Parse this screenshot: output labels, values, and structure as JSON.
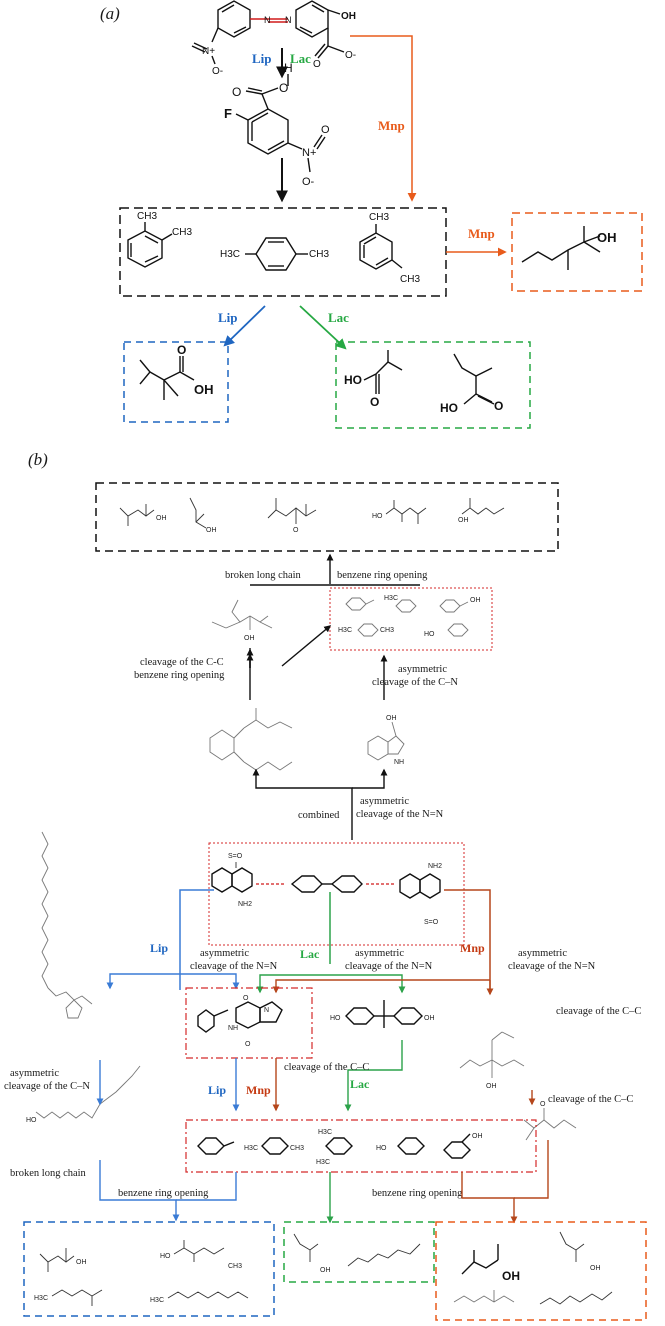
{
  "panel_a": {
    "label": "(a)",
    "enzymes": {
      "lip": "Lip",
      "lac": "Lac",
      "mnp": "Mnp"
    },
    "atoms": {
      "oh": "OH",
      "o_minus": "O-",
      "o": "O",
      "h": "H",
      "f": "F",
      "n": "N",
      "nplus": "N+",
      "ch3": "CH3",
      "h3c": "H3C",
      "ho": "HO"
    },
    "colors": {
      "lip": "#1f66c1",
      "lac": "#26a843",
      "mnp": "#e85b1b",
      "azo": "#d11a1a"
    }
  },
  "panel_b": {
    "label": "(b)",
    "enzymes": {
      "lip": "Lip",
      "lac": "Lac",
      "mnp": "Mnp"
    },
    "texts": {
      "broken_long_chain": "broken long chain",
      "benzene_ring_opening": "benzene ring opening",
      "cleavage_cc": "cleavage of the C-C",
      "benzene_ring_opening2": "benzene ring opening",
      "asym_cn_1": "asymmetric",
      "asym_cn_2": "cleavage of the C–N",
      "combined": "combined",
      "asym_nn_1": "asymmetric",
      "asym_nn_2": "cleavage of the N=N",
      "cleavage_cc_dash": "cleavage of the C–C"
    },
    "atoms": {
      "oh": "OH",
      "o": "O",
      "ho": "HO",
      "nh2": "NH2",
      "so3": "S=O",
      "nh": "NH",
      "n": "N",
      "h3c": "H3C",
      "ch3": "CH3"
    },
    "colors": {
      "lip": "#3a7bd5",
      "lac": "#2ca24a",
      "mnp": "#b5461b",
      "dashed_red": "#d42a2a"
    }
  }
}
